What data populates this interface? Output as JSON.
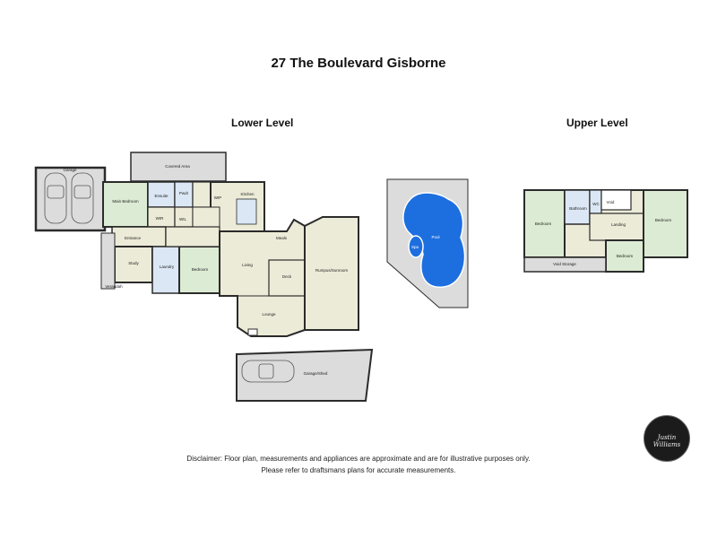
{
  "title": "27 The Boulevard Gisborne",
  "levels": {
    "lower": "Lower Level",
    "upper": "Upper Level"
  },
  "rooms": {
    "garage": "Garage",
    "covered_area": "Covered Area",
    "main_bedroom": "Main Bedroom",
    "ensuite": "Ensuite",
    "powder": "Pwdr",
    "wir": "WIR",
    "kitchen": "Kitchen",
    "wil": "WIL",
    "wip": "WIP",
    "entrance": "Entrance",
    "study": "Study",
    "laundry": "Laundry",
    "bedroom": "Bedroom",
    "living": "Living",
    "meals": "Meals",
    "deck": "Deck",
    "rumpus_sunroom": "Rumpus/Sunroom",
    "lounge": "Lounge",
    "verandah": "Verandah",
    "garage_shed": "Garage/Shed",
    "pool": "Pool",
    "spa": "Spa",
    "upper_bedroom_1": "Bedroom",
    "upper_bathroom": "Bathroom",
    "upper_wc": "WC",
    "upper_void": "Void",
    "upper_landing": "Landing",
    "upper_bedroom_2": "Bedroom",
    "upper_bedroom_3": "Bedroom",
    "void_storage": "Void Storage"
  },
  "disclaimer": {
    "line1": "Disclaimer: Floor plan, measurements and appliances are approximate and are for illustrative purposes only.",
    "line2": "Please refer to draftsmans plans for accurate measurements."
  },
  "logo_text": "Justin Williams",
  "colors": {
    "wall": "#2b2b2b",
    "wood_floor": "#ecebd8",
    "bedroom_green": "#dcebd3",
    "wet_area_blue": "#dbe7f4",
    "grey_area": "#dcdcdc",
    "pool_blue": "#1d6fe0"
  }
}
